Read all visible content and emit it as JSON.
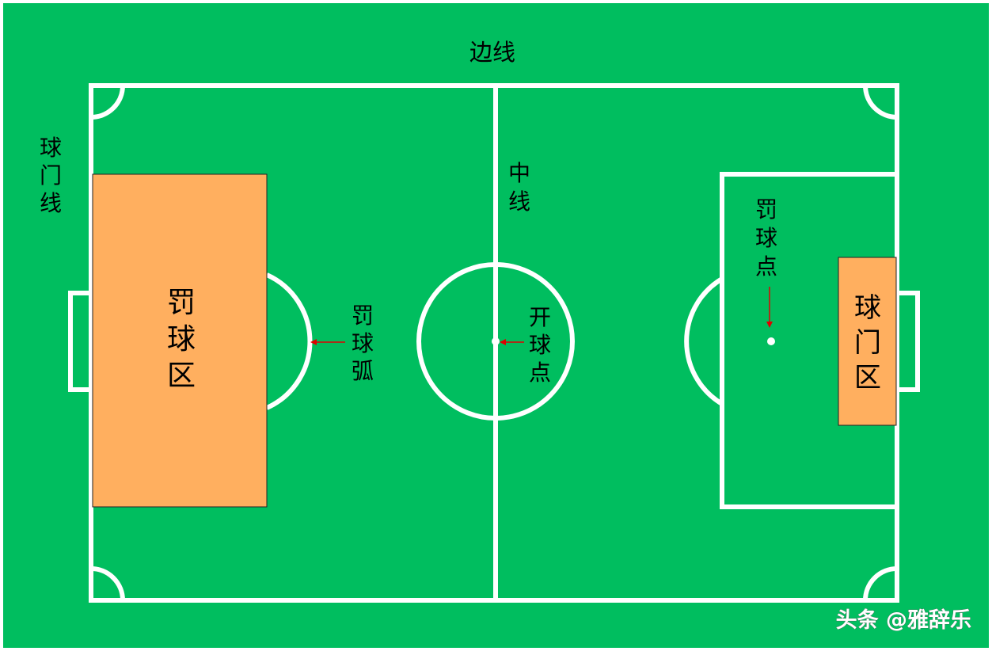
{
  "colors": {
    "grass": "#00be5f",
    "lines": "#ffffff",
    "highlight": "#ffaf5f",
    "highlight_border": "#222222",
    "arrow": "#e00000",
    "text": "#000000",
    "watermark": "#ffffff"
  },
  "labels": {
    "touchline": "边线",
    "goal_line": "球门线",
    "halfway_line": "中线",
    "penalty_area": "罚球区",
    "penalty_arc": "罚球弧",
    "kickoff_spot": "开球点",
    "penalty_spot": "罚球点",
    "goal_area": "球门区"
  },
  "watermark": "头条 @雅辞乐"
}
